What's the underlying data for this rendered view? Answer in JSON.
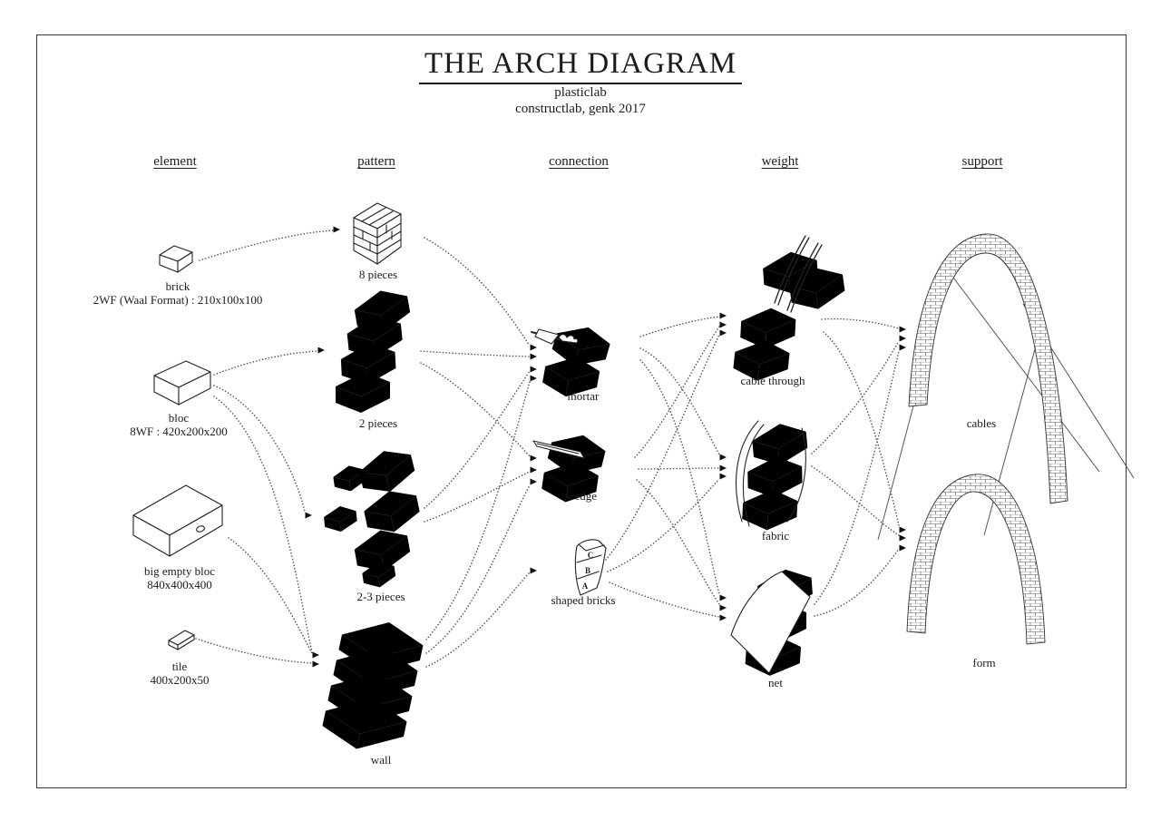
{
  "title": "THE ARCH DIAGRAM",
  "subtitle": "plasticlab",
  "credit": "constructlab, genk 2017",
  "columns": {
    "element": "element",
    "pattern": "pattern",
    "connection": "connection",
    "weight": "weight",
    "support": "support"
  },
  "elements": [
    {
      "name": "brick",
      "spec": "2WF (Waal Format) : 210x100x100"
    },
    {
      "name": "bloc",
      "spec": "8WF : 420x200x200"
    },
    {
      "name": "big empty bloc",
      "spec": "840x400x400"
    },
    {
      "name": "tile",
      "spec": "400x200x50"
    }
  ],
  "patterns": [
    {
      "label": "8 pieces"
    },
    {
      "label": "2 pieces"
    },
    {
      "label": "2-3 pieces"
    },
    {
      "label": "wall"
    }
  ],
  "connections": [
    {
      "label": "mortar"
    },
    {
      "label": "wedge"
    },
    {
      "label": "shaped bricks"
    }
  ],
  "weights": [
    {
      "label": "cable through"
    },
    {
      "label": "fabric"
    },
    {
      "label": "net"
    }
  ],
  "supports": [
    {
      "label": "cables"
    },
    {
      "label": "form"
    }
  ],
  "shaped_brick_letters": {
    "top": "C",
    "middle": "B",
    "bottom": "A"
  },
  "icons": {
    "brick": "brick-icon",
    "bloc": "bloc-icon",
    "big_empty_bloc": "big-empty-bloc-icon",
    "tile": "tile-icon",
    "eight_pieces": "eight-pieces-stack-icon",
    "two_pieces": "two-pieces-stack-icon",
    "two_three_pieces": "two-three-pieces-stack-icon",
    "wall": "wall-icon",
    "mortar": "mortar-trowel-icon",
    "wedge": "wedge-icon",
    "shaped_bricks": "shaped-bricks-icon",
    "cable_through": "cable-through-icon",
    "fabric": "fabric-wrap-icon",
    "net": "net-mesh-icon",
    "cables_arch": "cables-arch-icon",
    "form_arch": "form-arch-icon"
  },
  "colors": {
    "ink": "#1c1c1c",
    "paper": "#ffffff",
    "dotted": "#4a4a4a"
  }
}
